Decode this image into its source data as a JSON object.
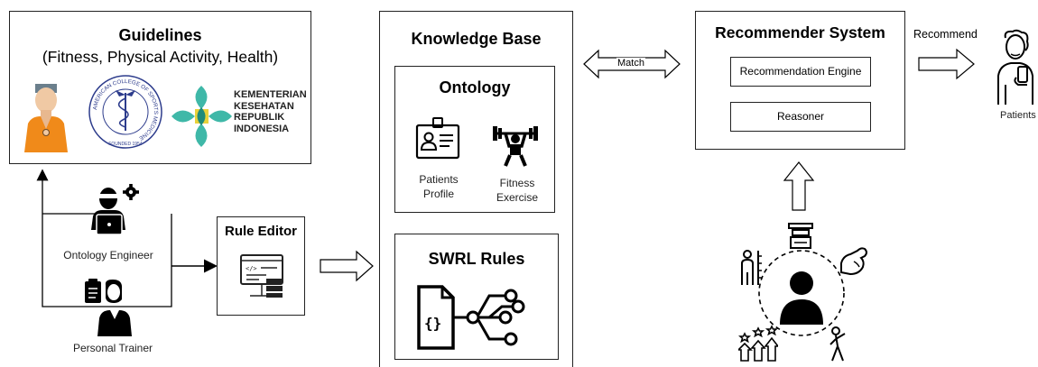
{
  "guidelines": {
    "title": "Guidelines",
    "subtitle": "(Fitness, Physical Activity, Health)",
    "acsm_ring_text": "AMERICAN COLLEGE OF SPORTS MEDICINE",
    "acsm_founded": "FOUNDED 1954",
    "kemenkes_lines": [
      "KEMENTERIAN",
      "KESEHATAN",
      "REPUBLIK",
      "INDONESIA"
    ]
  },
  "actors": {
    "ontology_engineer": "Ontology Engineer",
    "personal_trainer": "Personal Trainer"
  },
  "rule_editor": {
    "title": "Rule Editor"
  },
  "knowledge_base": {
    "title": "Knowledge Base",
    "ontology": {
      "title": "Ontology",
      "patients_profile": [
        "Patients",
        "Profile"
      ],
      "fitness_exercise": [
        "Fitness",
        "Exercise"
      ]
    },
    "swrl": {
      "title": "SWRL Rules"
    }
  },
  "match_label": "Match",
  "recommender": {
    "title": "Recommender System",
    "engine": "Recommendation Engine",
    "reasoner": "Reasoner"
  },
  "recommend_label": "Recommend",
  "patients_label": "Patients",
  "icons": {
    "trainer_avatar": "trainer-avatar-icon",
    "acsm_logo": "acsm-logo-icon",
    "kemenkes_logo": "kemenkes-logo-icon",
    "engineer": "ontology-engineer-icon",
    "trainer": "personal-trainer-icon",
    "code_editor": "code-editor-icon",
    "id_card": "id-card-icon",
    "weightlifter": "weightlifter-icon",
    "swrl_graph": "swrl-graph-icon",
    "patient_phone": "patient-phone-icon",
    "user_center": "user-center-icon"
  }
}
